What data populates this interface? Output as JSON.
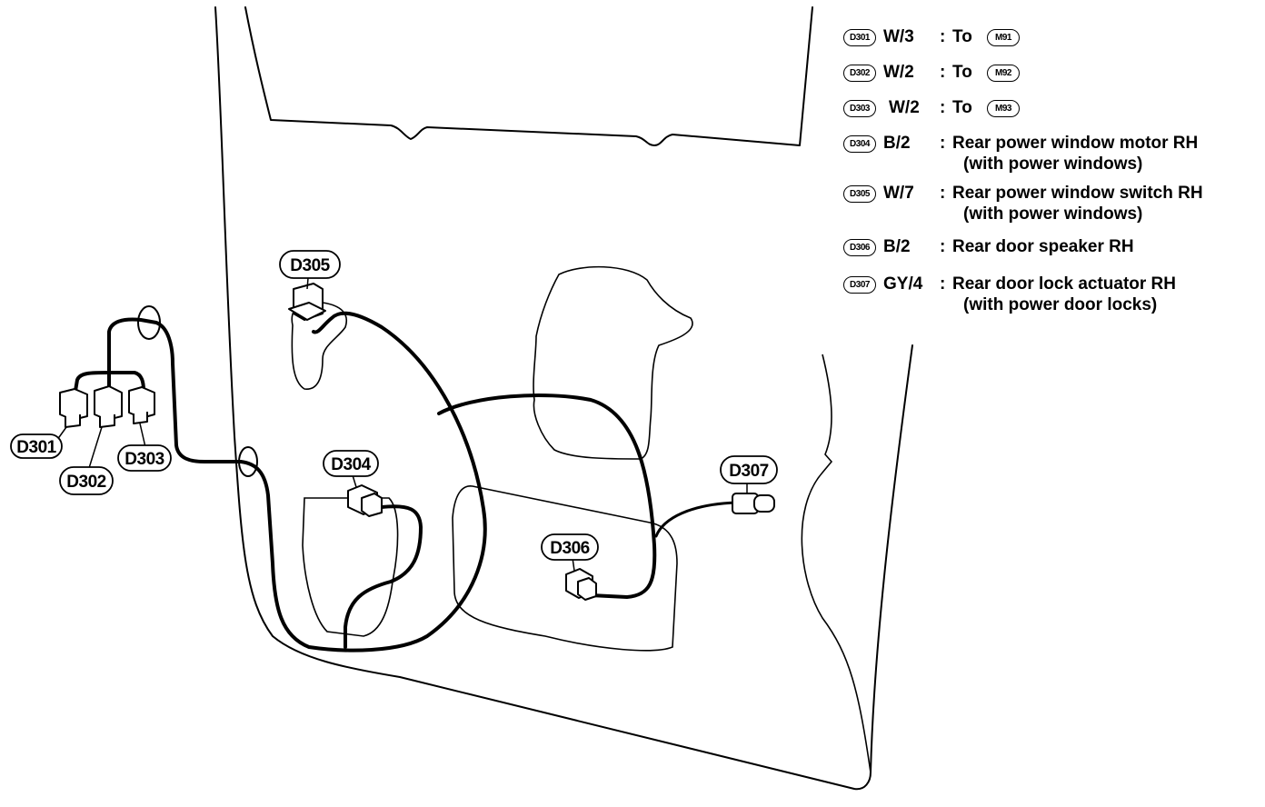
{
  "diagram_labels": {
    "d301": "D301",
    "d302": "D302",
    "d303": "D303",
    "d304": "D304",
    "d305": "D305",
    "d306": "D306",
    "d307": "D307"
  },
  "legend": [
    {
      "code": "D301",
      "wire": "W/3",
      "desc": "To",
      "target": "M91",
      "desc2": ""
    },
    {
      "code": "D302",
      "wire": "W/2",
      "desc": "To",
      "target": "M92",
      "desc2": ""
    },
    {
      "code": "D303",
      "wire": "W/2",
      "desc": "To",
      "target": "M93",
      "desc2": ""
    },
    {
      "code": "D304",
      "wire": "B/2",
      "desc": "Rear power window motor RH",
      "target": "",
      "desc2": "(with power windows)"
    },
    {
      "code": "D305",
      "wire": "W/7",
      "desc": "Rear power window switch RH",
      "target": "",
      "desc2": "(with power windows)"
    },
    {
      "code": "D306",
      "wire": "B/2",
      "desc": "Rear door speaker RH",
      "target": "",
      "desc2": ""
    },
    {
      "code": "D307",
      "wire": "GY/4",
      "desc": "Rear door lock actuator RH",
      "target": "",
      "desc2": "(with power door locks)"
    }
  ],
  "colon": ":"
}
